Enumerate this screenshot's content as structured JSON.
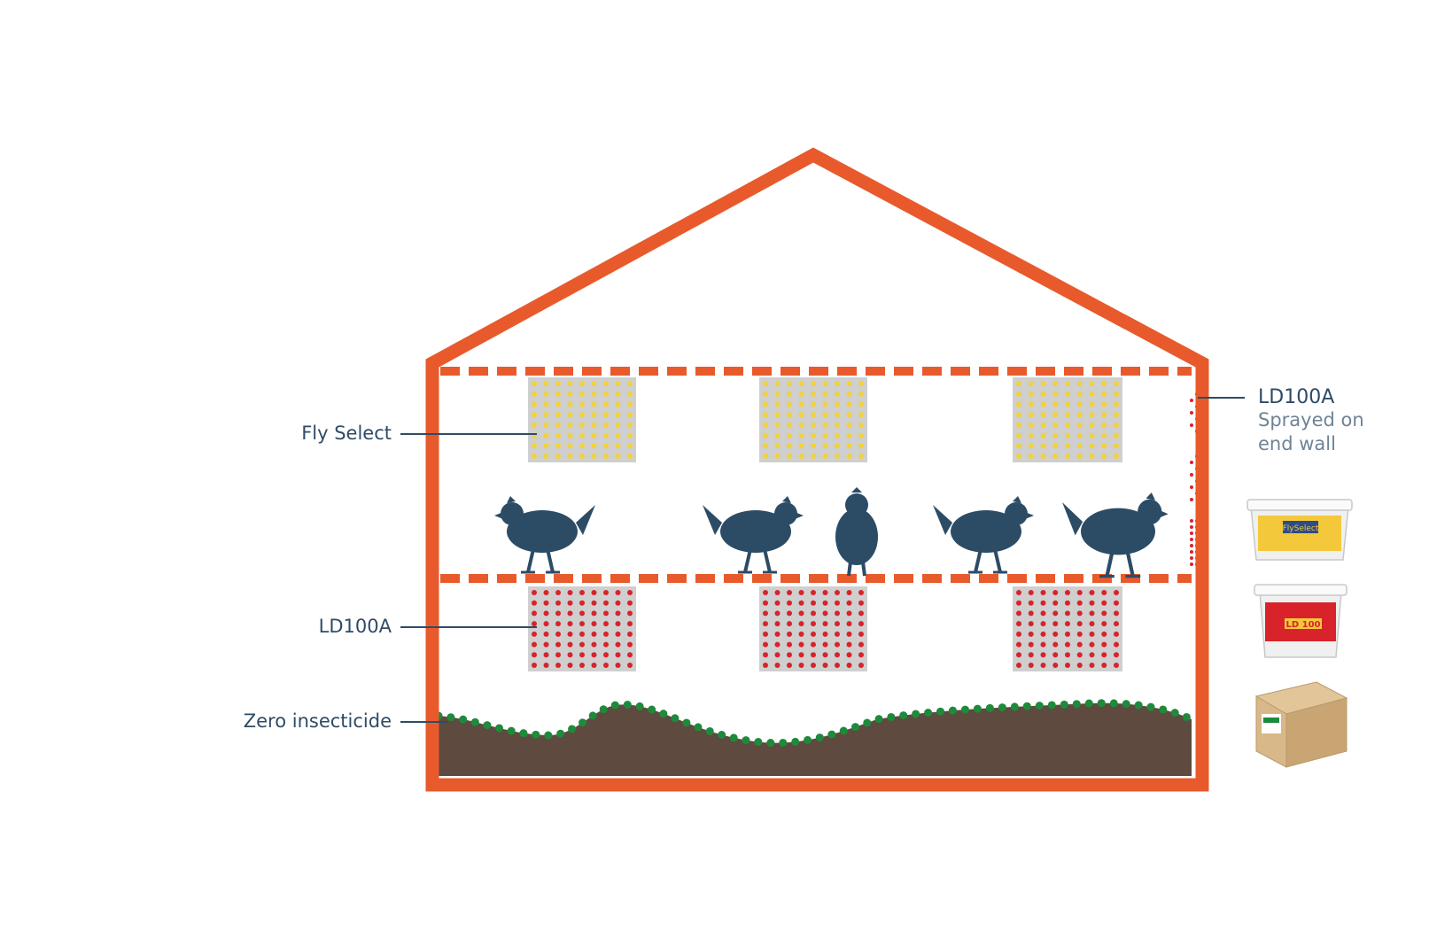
{
  "labels": {
    "fly_select": "Fly Select",
    "ld100a_mid": "LD100A",
    "zero_insecticide": "Zero insecticide",
    "ld100a_wall_title": "LD100A",
    "ld100a_wall_sub_1": "Sprayed on",
    "ld100a_wall_sub_2": "end wall"
  },
  "products": {
    "fly_select_tub": {
      "brand": "FlySelect",
      "icon": "yellow-tub-icon"
    },
    "ld100_tub": {
      "brand": "LD 100",
      "icon": "red-tub-icon"
    },
    "zero_box": {
      "icon": "cardboard-box-icon"
    }
  },
  "colors": {
    "house_outline": "#e85a2c",
    "label_text": "#2f4b66",
    "yellow_dots": "#f2d23c",
    "red_dots": "#d8232a",
    "panel_gray": "#cfcfcf",
    "soil": "#5e4a3e",
    "green_dots": "#1e8a3b",
    "chicken": "#2c4c66"
  },
  "icons": [
    "chicken-icon"
  ]
}
